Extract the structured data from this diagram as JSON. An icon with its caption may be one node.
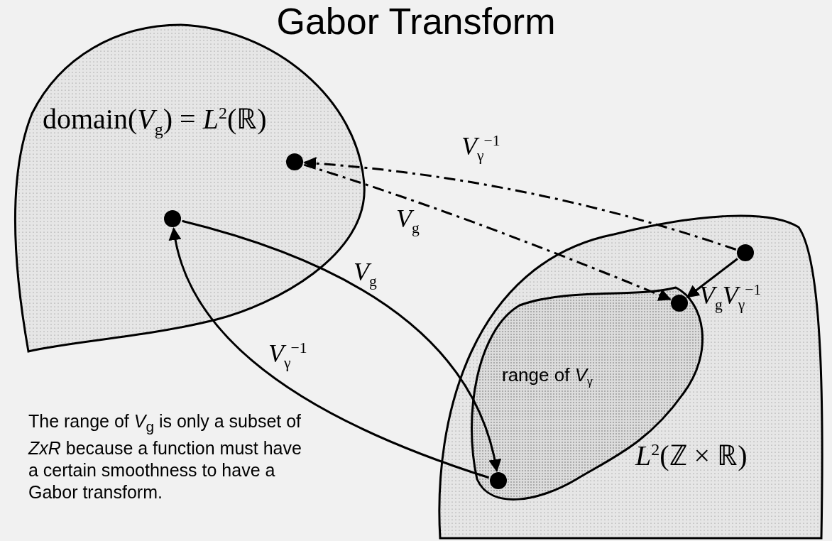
{
  "diagram": {
    "title": "Gabor Transform",
    "nodes": [
      {
        "text": [
          "domain(*V*$_{g}$) = *L*$^{2}$(ℝ)"
        ]
      },
      {
        "text": [
          "*L*$^{2}$(ℤ × ℝ)"
        ]
      },
      {
        "text": [
          "range of *V*$_{γ}$"
        ],
        "in": 1
      },
      {
        "text": [],
        "shape": "circle",
        "in": 0
      },
      {
        "text": [],
        "shape": "circle",
        "in": 0
      },
      {
        "text": [],
        "shape": "circle",
        "in": 1
      },
      {
        "text": [],
        "shape": "circle",
        "in": 2
      },
      {
        "text": [],
        "shape": "circle",
        "in": 2
      }
    ],
    "edges": [
      {
        "from": 5,
        "to": 3,
        "arrow": "to",
        "style": "dashed",
        "label": "*V*$_{γ}$$^{−1}$"
      },
      {
        "from": 3,
        "to": 6,
        "arrow": "to",
        "style": "dashed",
        "label": "*V*$_{g}$"
      },
      {
        "from": 4,
        "to": 7,
        "arrow": "to",
        "label": "*V*$_{g}$"
      },
      {
        "from": 7,
        "to": 4,
        "arrow": "to",
        "label": "*V*$_{γ}$$^{−1}$"
      },
      {
        "from": 5,
        "to": 6,
        "arrow": "to",
        "label": "*V*$_{g}$*V*$_{γ}$$^{−1}$"
      }
    ],
    "labels": [
      "The range of *V*$_{g}$ is only a subset of *ZxR* because a function must have a certain smoothness to have a Gabor transform."
    ]
  }
}
